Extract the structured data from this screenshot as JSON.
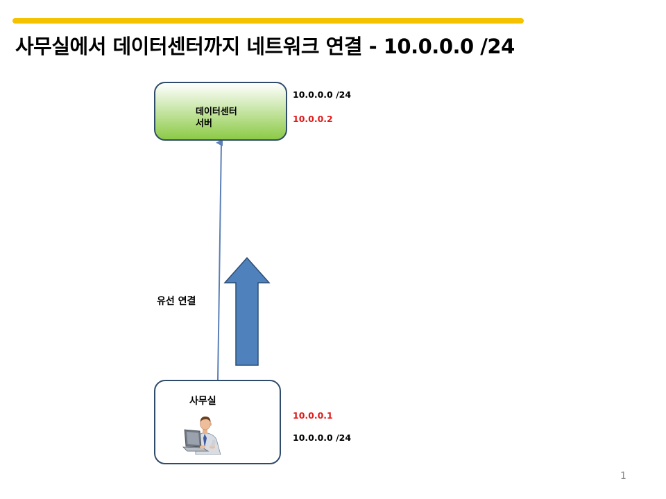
{
  "slide": {
    "title": "사무실에서 데이터센터까지 네트워크 연결 - 10.0.0.0 /24",
    "page_number": "1"
  },
  "colors": {
    "accent_bar": "#f5c200",
    "server_gradient_top": "#ffffff",
    "server_gradient_bottom": "#8cca46",
    "node_border": "#2f4b6b",
    "link_line": "#5b7fb8",
    "arrow_fill": "#4f81bd",
    "arrow_stroke": "#2c4d75",
    "ip_highlight": "#e11919",
    "text": "#000000"
  },
  "datacenter": {
    "label_line1": "데이터센터",
    "label_line2": "서버",
    "network": "10.0.0.0  /24",
    "ip": "10.0.0.2"
  },
  "office": {
    "label": "사무실",
    "icon": "person-at-laptop-icon",
    "ip": "10.0.0.1",
    "network": "10.0.0.0  /24"
  },
  "connection": {
    "label": "유선 연결",
    "icon": "up-arrow-icon"
  }
}
